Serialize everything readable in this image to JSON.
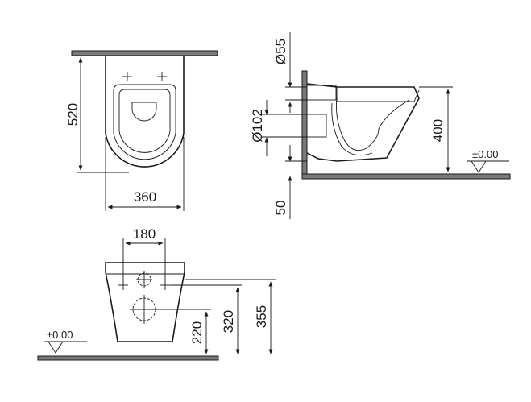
{
  "top_view": {
    "depth_label": "520",
    "width_label": "360"
  },
  "side_view": {
    "inlet_label": "Ø55",
    "outlet_label": "Ø102",
    "height_label": "400",
    "floor_gap_label": "50",
    "level_label": "±0.00"
  },
  "front_view": {
    "bolt_spacing_label": "180",
    "outlet_height_label": "220",
    "inlet_height_label": "320",
    "fixing_height_label": "355",
    "level_label": "±0.00"
  }
}
